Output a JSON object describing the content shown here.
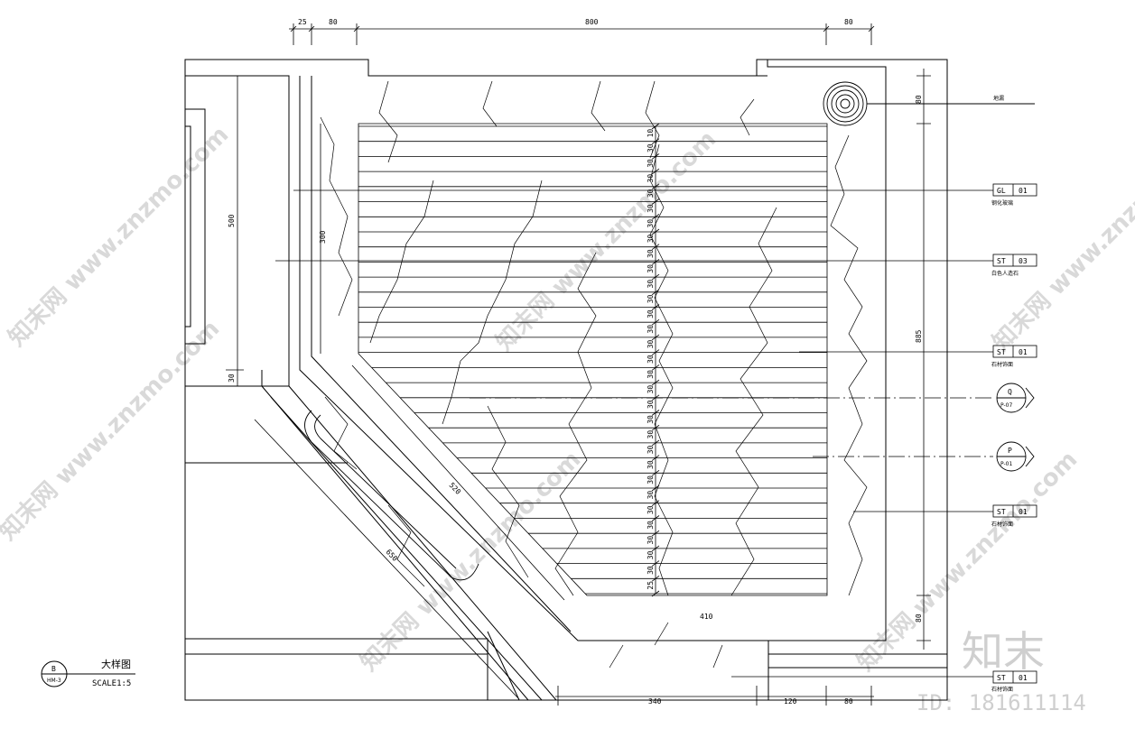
{
  "drawing": {
    "title": "大样图",
    "scale": "SCALE1:5",
    "detail_symbol": {
      "top": "B",
      "bottom": "HM-3"
    }
  },
  "dimensions": {
    "top": [
      "25",
      "80",
      "800",
      "80"
    ],
    "bottom": [
      "340",
      "120",
      "80"
    ],
    "left": [
      "500",
      "30"
    ],
    "inner_left": "300",
    "right": [
      "80",
      "885",
      "80"
    ],
    "diagonal": [
      "520",
      "650"
    ],
    "inner_bottom": "410",
    "tread_column": [
      "10",
      "30",
      "30",
      "30",
      "30",
      "30",
      "30",
      "30",
      "30",
      "30",
      "30",
      "30",
      "30",
      "30",
      "30",
      "30",
      "30",
      "30",
      "30",
      "30",
      "30",
      "30",
      "30",
      "30",
      "30",
      "30",
      "30",
      "30",
      "30",
      "30",
      "25"
    ]
  },
  "tags": [
    {
      "code": "GL",
      "num": "01",
      "note": "钢化玻璃"
    },
    {
      "code": "ST",
      "num": "03",
      "note": "白色人造石"
    },
    {
      "code": "ST",
      "num": "01",
      "note": "石材饰面"
    },
    {
      "code": "ST",
      "num": "01",
      "note": "石材饰面"
    },
    {
      "code": "ST",
      "num": "01",
      "note": "石材饰面"
    }
  ],
  "drain_note": "地漏",
  "section_markers": [
    {
      "letter": "Q",
      "ref": "P-07"
    },
    {
      "letter": "P",
      "ref": "P-01"
    }
  ],
  "watermarks": {
    "site": "知末网 www.znzmo.com",
    "brand": "知末",
    "id": "ID: 181611114"
  }
}
